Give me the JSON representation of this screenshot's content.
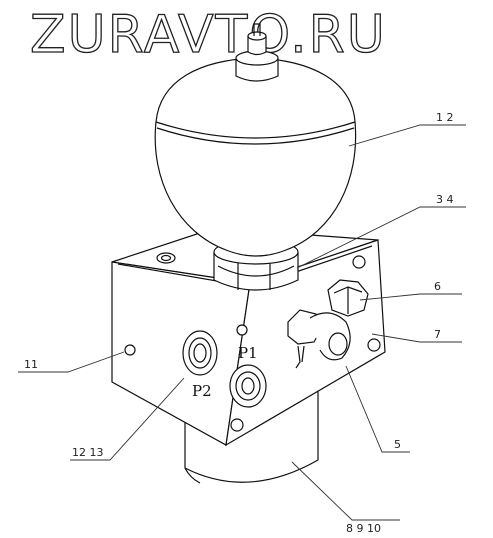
{
  "watermark": "ZURAVTO.RU",
  "ports": {
    "p1": "P1",
    "p2": "P2"
  },
  "callouts": {
    "c1_2": "1 2",
    "c3_4": "3 4",
    "c5": "5",
    "c6": "6",
    "c7": "7",
    "c8_9_10": "8 9 10",
    "c11": "11",
    "c12_13": "12 13"
  }
}
